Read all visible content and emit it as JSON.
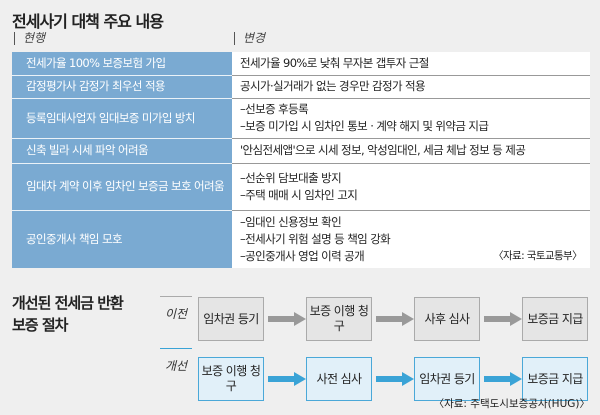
{
  "title": "전세사기 대책 주요 내용",
  "columns": {
    "current": "현행",
    "changed": "변경"
  },
  "rows": [
    {
      "current": "전세가율 100% 보증보험 가입",
      "changed": [
        "전세가율 90%로 낮춰 무자본 갭투자 근절"
      ]
    },
    {
      "current": "감정평가사 감정가 최우선 적용",
      "changed": [
        "공시가·실거래가 없는 경우만 감정가 적용"
      ]
    },
    {
      "current": "등록임대사업자 임대보증 미가입 방치",
      "changed": [
        "–선보증 후등록",
        "–보증 미가입 시 임차인 통보 · 계약 해지 및 위약금 지급"
      ]
    },
    {
      "current": "신축 빌라 시세 파악 어려움",
      "changed": [
        "'안심전세앱'으로 시세 정보, 악성임대인, 세금 체납 정보 등 제공"
      ]
    },
    {
      "current": "임대차 계약 이후 임차인 보증금 보호 어려움",
      "changed": [
        "–선순위 담보대출 방지",
        "–주택 매매 시 임차인 고지"
      ]
    },
    {
      "current": "공인중개사 책임 모호",
      "changed": [
        "–임대인 신용정보 확인",
        "–전세사기 위험 설명 등 책임 강화",
        "–공인중개사 영업 이력 공개"
      ]
    }
  ],
  "source1": "〈자료: 국토교통부〉",
  "flow": {
    "title_line1": "개선된 전세금 반환",
    "title_line2": "보증 절차",
    "before_label": "이전",
    "after_label": "개선",
    "before": [
      "임차권 등기",
      "보증 이행 청구",
      "사후 심사",
      "보증금 지급"
    ],
    "after": [
      "보증 이행 청구",
      "사전 심사",
      "임차권 등기",
      "보증금 지급"
    ]
  },
  "source2": "〈자료: 주택도시보증공사(HUG)〉",
  "colors": {
    "blue_cell": "#7aaad2",
    "arrow_blue": "#3aa3d6",
    "arrow_gray": "#999999"
  }
}
